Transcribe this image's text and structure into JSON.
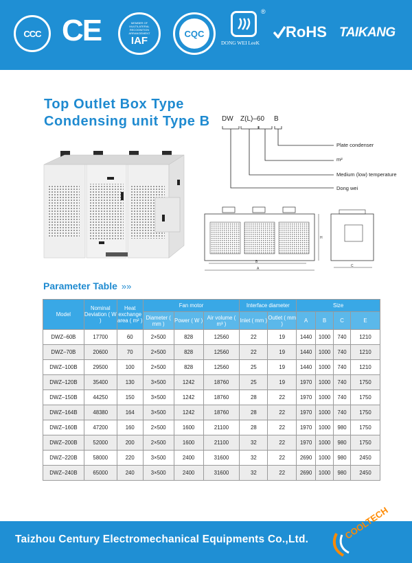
{
  "header": {
    "logos": {
      "ccc": "CCC",
      "ce": "CE",
      "iaf": "IAF",
      "iaf_ring": "MEMBER OF MULTILATERAL RECOGNITION ARRANGEMENT",
      "cqc": "CQC",
      "dongwei": "DONG WEI LeeK",
      "rohs": "RoHS",
      "taikang": "TAIKANG"
    },
    "colors": {
      "band": "#1f8fd4"
    }
  },
  "title": {
    "line1": "Top Outlet Box Type",
    "line2": "Condensing unit Type B"
  },
  "model_code": {
    "parts": [
      "DW",
      "Z(L)–60",
      "B"
    ],
    "legend": [
      "Plate condenser",
      "m²",
      "Medium (low) temperature",
      "Dong wei"
    ]
  },
  "drawing": {
    "label_b": "B",
    "label_a": "A",
    "label_h": "H",
    "label_c": "C"
  },
  "parameter_table": {
    "title": "Parameter Table",
    "arrows": "»»",
    "headers": {
      "model": "Model",
      "nominal": "Nominal Deviation ( W )",
      "heat": "Heat exchange area ( m² )",
      "fan_motor": "Fan motor",
      "interface": "Interface diameter",
      "size": "Size",
      "diameter": "Diameter ( mm )",
      "power": "Power ( W )",
      "air_volume": "Air volume ( m³ )",
      "inlet": "Inlet ( mm )",
      "outlet": "Outlet ( mm )",
      "a": "A",
      "b": "B",
      "c": "C",
      "e": "E"
    },
    "rows": [
      [
        "DWZ–60B",
        "17700",
        "60",
        "2×500",
        "828",
        "12560",
        "22",
        "19",
        "1440",
        "1000",
        "740",
        "1210"
      ],
      [
        "DWZ–70B",
        "20600",
        "70",
        "2×500",
        "828",
        "12560",
        "22",
        "19",
        "1440",
        "1000",
        "740",
        "1210"
      ],
      [
        "DWZ–100B",
        "29500",
        "100",
        "2×500",
        "828",
        "12560",
        "25",
        "19",
        "1440",
        "1000",
        "740",
        "1210"
      ],
      [
        "DWZ–120B",
        "35400",
        "130",
        "3×500",
        "1242",
        "18760",
        "25",
        "19",
        "1970",
        "1000",
        "740",
        "1750"
      ],
      [
        "DWZ–150B",
        "44250",
        "150",
        "3×500",
        "1242",
        "18760",
        "28",
        "22",
        "1970",
        "1000",
        "740",
        "1750"
      ],
      [
        "DWZ–164B",
        "48380",
        "164",
        "3×500",
        "1242",
        "18760",
        "28",
        "22",
        "1970",
        "1000",
        "740",
        "1750"
      ],
      [
        "DWZ–160B",
        "47200",
        "160",
        "2×500",
        "1600",
        "21100",
        "28",
        "22",
        "1970",
        "1000",
        "980",
        "1750"
      ],
      [
        "DWZ–200B",
        "52000",
        "200",
        "2×500",
        "1600",
        "21100",
        "32",
        "22",
        "1970",
        "1000",
        "980",
        "1750"
      ],
      [
        "DWZ–220B",
        "58000",
        "220",
        "3×500",
        "2400",
        "31600",
        "32",
        "22",
        "2690",
        "1000",
        "980",
        "2450"
      ],
      [
        "DWZ–240B",
        "65000",
        "240",
        "3×500",
        "2400",
        "31600",
        "32",
        "22",
        "2690",
        "1000",
        "980",
        "2450"
      ]
    ]
  },
  "footer": {
    "company": "Taizhou Century Electromechanical Equipments Co.,Ltd.",
    "brand": "COOLTECH"
  }
}
